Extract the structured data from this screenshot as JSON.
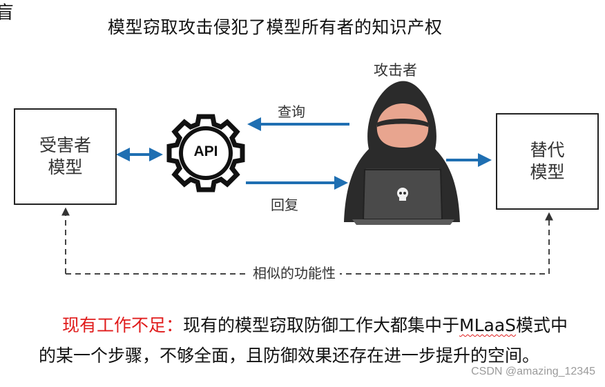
{
  "corner_mark": "盲",
  "title": "模型窃取攻击侵犯了模型所有者的知识产权",
  "diagram": {
    "attacker_label": "攻击者",
    "victim_model": [
      "受害者",
      "模型"
    ],
    "api_label": "API",
    "substitute_model": [
      "替代",
      "模型"
    ],
    "query_label": "查询",
    "reply_label": "回复",
    "similarity_label": "相似的功能性"
  },
  "paragraph": {
    "highlight": "现有工作不足：",
    "line1_before": "现有的模型窃取防御工作大都集中于",
    "line1_term": "MLaaS",
    "line1_after": "模式中",
    "line2": "的某一个步骤，不够全面，且防御效果还存在进一步提升的空间。"
  },
  "watermark": "CSDN @amazing_12345",
  "colors": {
    "arrow_blue": "#1f6fb2",
    "highlight_red": "#e01b1b",
    "hood_dark": "#2b2b2b"
  },
  "icons": [
    "gear-icon",
    "hacker-icon",
    "skull-icon"
  ]
}
